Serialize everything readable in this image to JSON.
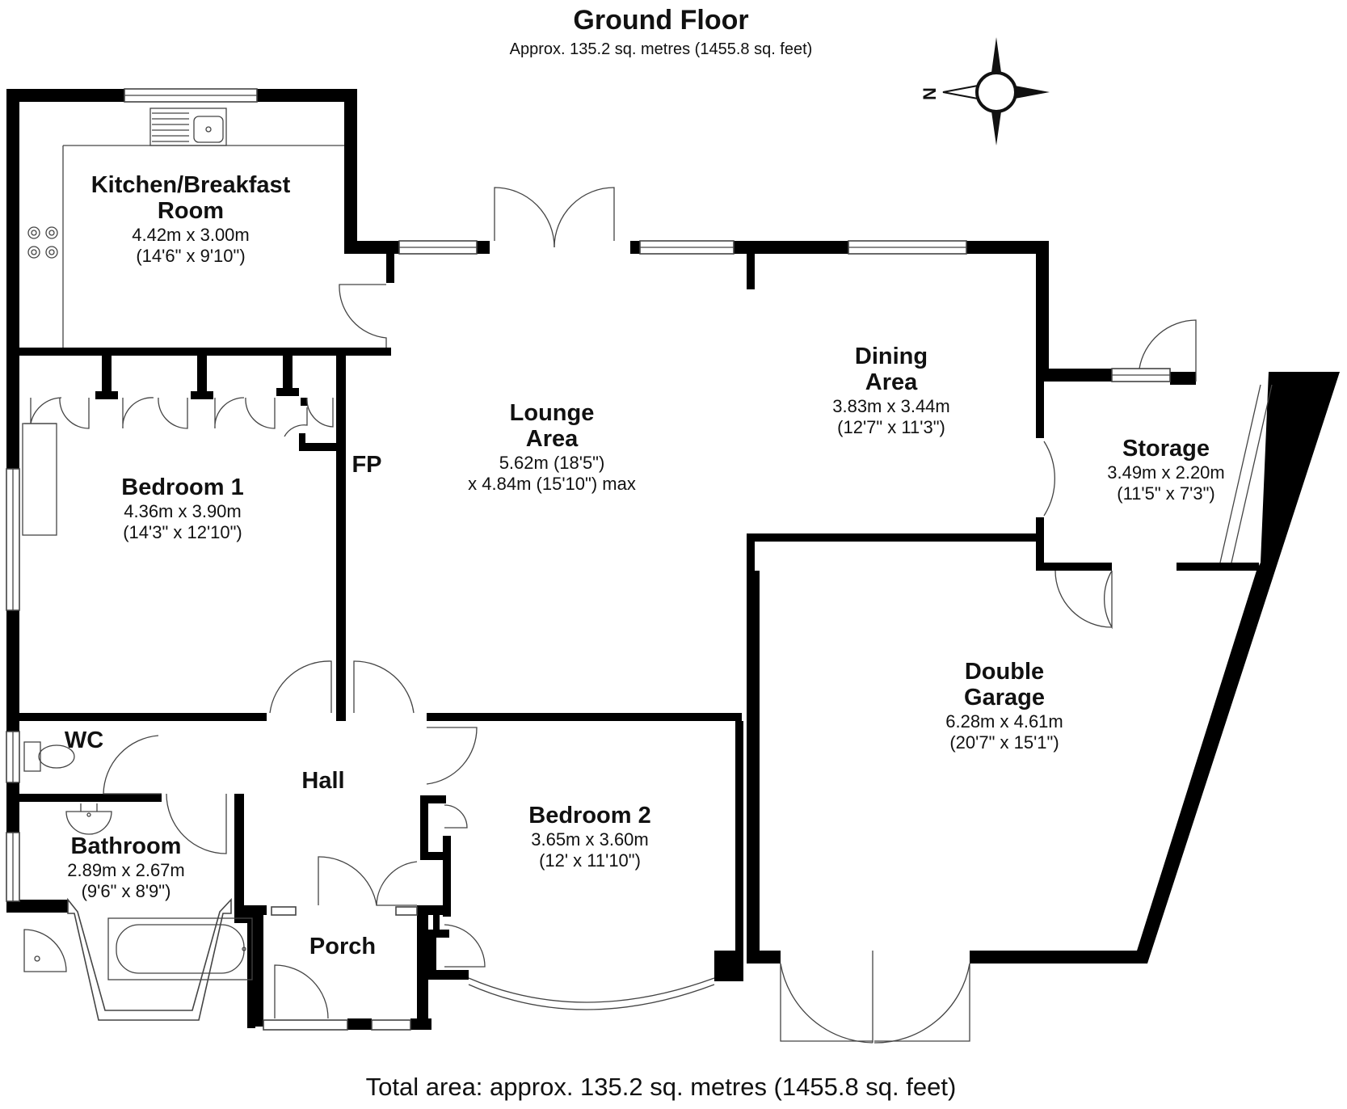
{
  "header": {
    "title": "Ground Floor",
    "subtitle": "Approx. 135.2 sq. metres (1455.8 sq. feet)"
  },
  "footer": {
    "total_area": "Total area: approx. 135.2 sq. metres (1455.8 sq. feet)"
  },
  "compass": {
    "label": "N",
    "icon": "compass-rose-icon"
  },
  "annotations": {
    "fireplace": "FP"
  },
  "rooms": {
    "kitchen": {
      "name": [
        "Kitchen/Breakfast",
        "Room"
      ],
      "metric": "4.42m x 3.00m",
      "imperial": "(14'6\" x 9'10\")"
    },
    "lounge": {
      "name": [
        "Lounge",
        "Area"
      ],
      "metric": "5.62m (18'5\")",
      "imperial": "x 4.84m (15'10\") max"
    },
    "dining": {
      "name": [
        "Dining",
        "Area"
      ],
      "metric": "3.83m x 3.44m",
      "imperial": "(12'7\" x 11'3\")"
    },
    "storage": {
      "name": [
        "Storage"
      ],
      "metric": "3.49m x 2.20m",
      "imperial": "(11'5\" x 7'3\")"
    },
    "bedroom1": {
      "name": [
        "Bedroom 1"
      ],
      "metric": "4.36m x 3.90m",
      "imperial": "(14'3\" x 12'10\")"
    },
    "garage": {
      "name": [
        "Double",
        "Garage"
      ],
      "metric": "6.28m x 4.61m",
      "imperial": "(20'7\" x 15'1\")"
    },
    "wc": {
      "name": [
        "WC"
      ]
    },
    "hall": {
      "name": [
        "Hall"
      ]
    },
    "bedroom2": {
      "name": [
        "Bedroom 2"
      ],
      "metric": "3.65m x 3.60m",
      "imperial": "(12' x 11'10\")"
    },
    "bathroom": {
      "name": [
        "Bathroom"
      ],
      "metric": "2.89m x 2.67m",
      "imperial": "(9'6\" x 8'9\")"
    },
    "porch": {
      "name": [
        "Porch"
      ]
    }
  }
}
